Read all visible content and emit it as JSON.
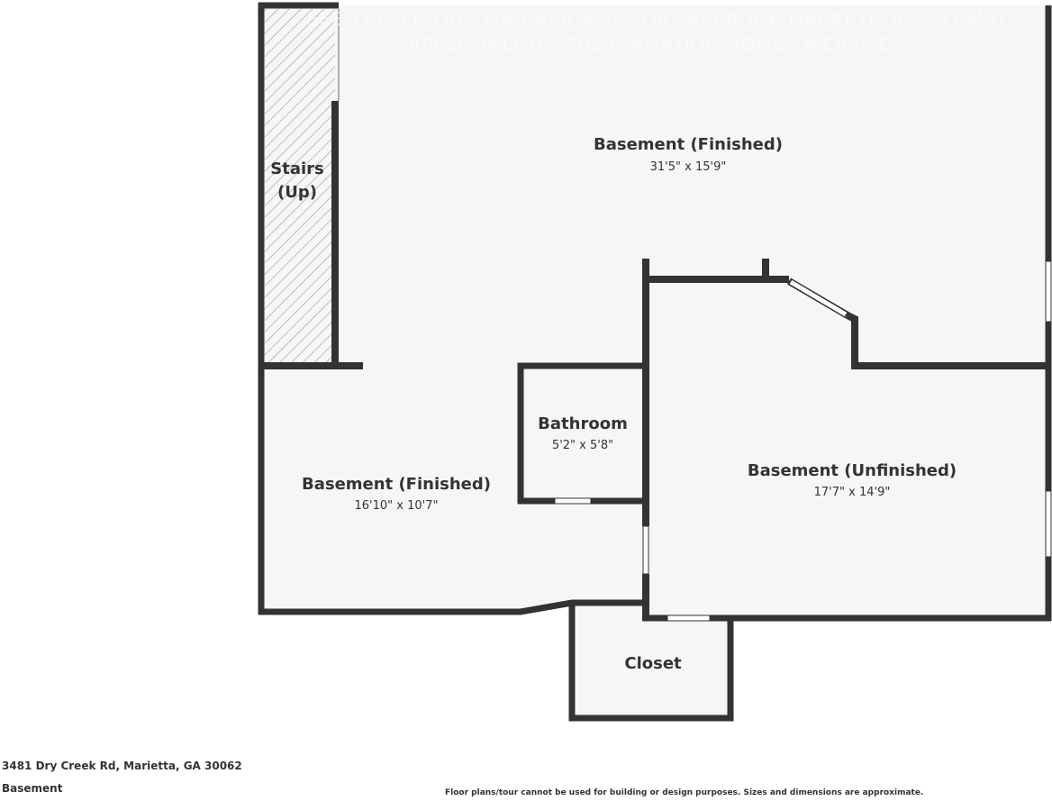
{
  "watermark": {
    "line1": "SEE THIS LISTING ON CRAIGSLIST OR FACEBOOK MARKETPLACE, IT MAY",
    "line2": "APPLY ONLY ON THE INVITATION HOMES WEBSITE."
  },
  "rooms": {
    "basement_finished_upper": {
      "name": "Basement (Finished)",
      "dims": "31'5\" x 15'9\""
    },
    "stairs": {
      "line1": "Stairs",
      "line2": "(Up)"
    },
    "bathroom": {
      "name": "Bathroom",
      "dims": "5'2\" x 5'8\""
    },
    "basement_finished_lower": {
      "name": "Basement (Finished)",
      "dims": "16'10\" x 10'7\""
    },
    "basement_unfinished": {
      "name": "Basement (Unfinished)",
      "dims": "17'7\" x 14'9\""
    },
    "closet": {
      "name": "Closet"
    }
  },
  "footer": {
    "address": "3481 Dry Creek Rd, Marietta, GA 30062",
    "level": "Basement",
    "disclaimer": "Floor plans/tour cannot be used for building or design purposes. Sizes and dimensions are approximate."
  },
  "colors": {
    "wall": "#333333",
    "floor": "#f6f6f6",
    "background": "#ffffff",
    "opening": "#ffffff"
  }
}
